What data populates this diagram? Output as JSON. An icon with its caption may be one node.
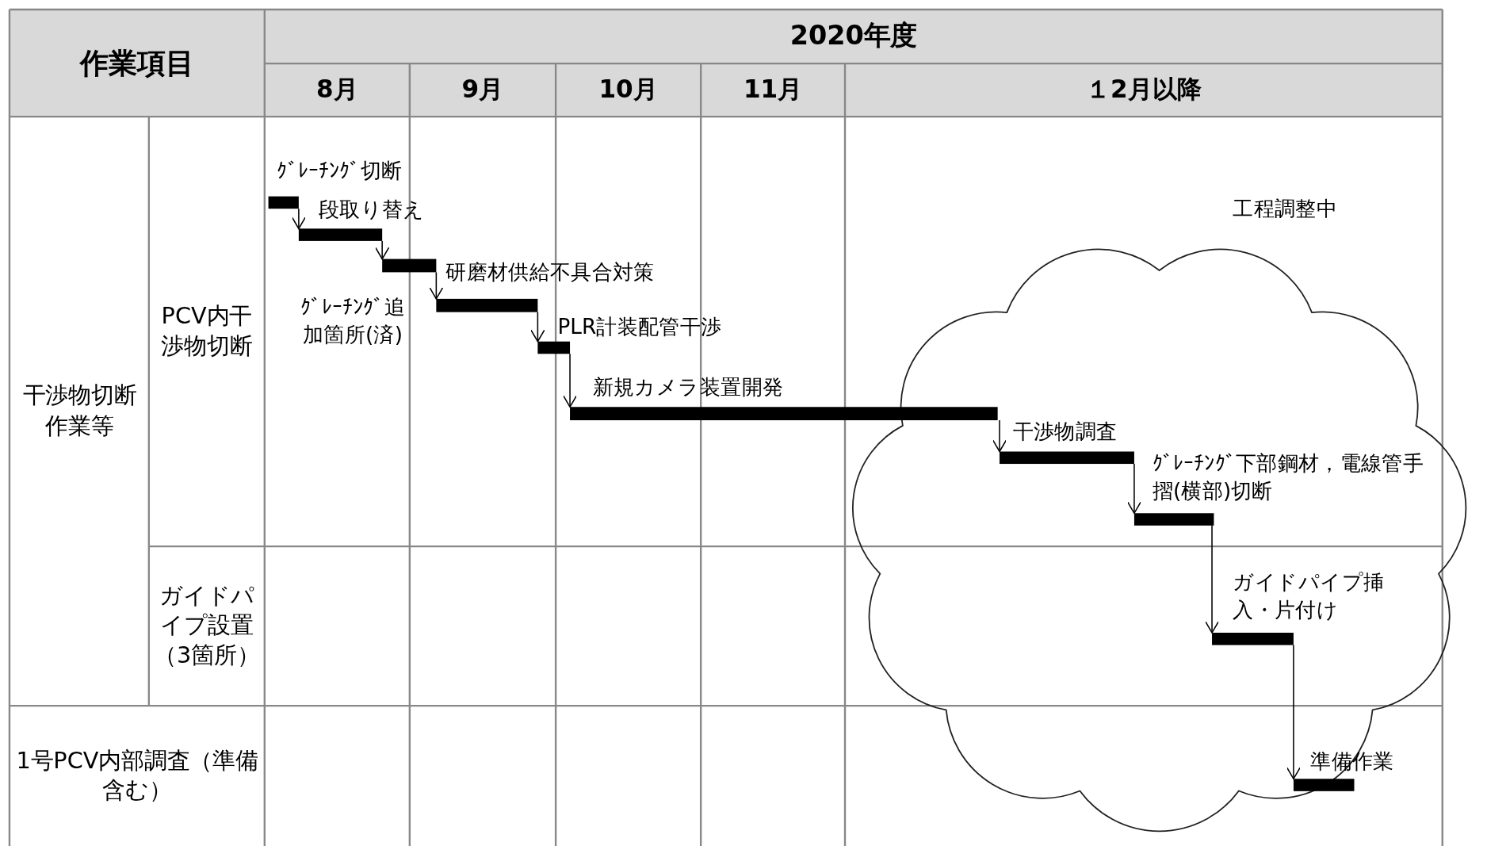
{
  "diagram": {
    "nodes": [
      {
        "text": [],
        "shape": "bar",
        "beside": [
          "ｸﾞﾚｰﾁﾝｸﾞ切断"
        ]
      },
      {
        "text": [],
        "shape": "bar",
        "beside": [
          "段取り替え"
        ]
      },
      {
        "text": [],
        "shape": "bar",
        "beside": [
          "研磨材供給不具合対策"
        ]
      },
      {
        "text": [],
        "shape": "bar"
      },
      {
        "text": [],
        "shape": "bar",
        "beside": [
          "PLR計装配管干渉"
        ]
      },
      {
        "text": [],
        "shape": "bar",
        "beside": [
          "新規カメラ装置開発"
        ]
      },
      {
        "text": [],
        "shape": "bar",
        "beside": [
          "干渉物調査"
        ],
        "in": 10
      },
      {
        "text": [],
        "shape": "bar",
        "beside": [
          "ｸﾞﾚｰﾁﾝｸﾞ下部鋼材，電線管手摺(横部)切断"
        ],
        "in": 10
      },
      {
        "text": [],
        "shape": "bar",
        "beside": [
          "ガイドパイプ挿入・片付け"
        ],
        "in": 10
      },
      {
        "text": [],
        "shape": "bar",
        "beside": [
          "準備作業"
        ],
        "in": 10
      },
      {
        "text": [
          "工程調整中"
        ]
      }
    ],
    "edges": [
      {
        "from": 0,
        "to": 1,
        "arrow": "to"
      },
      {
        "from": 1,
        "to": 2,
        "arrow": "to"
      },
      {
        "from": 2,
        "to": 3,
        "arrow": "to"
      },
      {
        "from": 3,
        "to": 4,
        "arrow": "to"
      },
      {
        "from": 4,
        "to": 5,
        "arrow": "to"
      },
      {
        "from": 5,
        "to": 6,
        "arrow": "to"
      },
      {
        "from": 6,
        "to": 7,
        "arrow": "to"
      },
      {
        "from": 7,
        "to": 8,
        "arrow": "to"
      },
      {
        "from": 8,
        "to": 9,
        "arrow": "to"
      }
    ],
    "labels": [
      "ｸﾞﾚｰﾁﾝｸﾞ追加箇所(済)",
      "作業項目",
      "2020年度",
      "8月",
      "9月",
      "10月",
      "11月",
      "１2月以降",
      "干渉物切断作業等",
      "PCV内干渉物切断",
      "ガイドパイプ設置（3箇所）",
      "1号PCV内部調査（準備含む）"
    ]
  }
}
